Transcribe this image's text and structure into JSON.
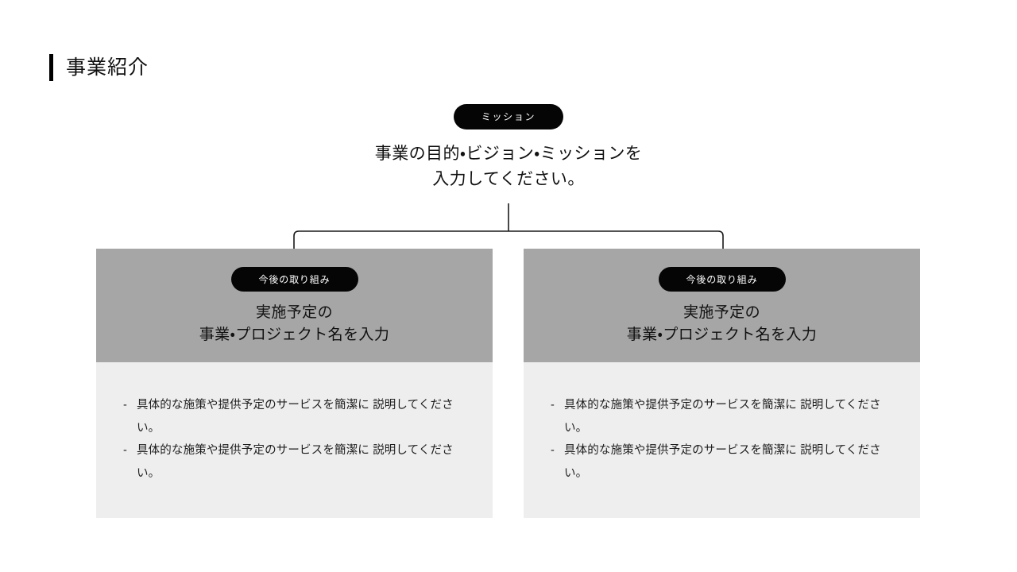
{
  "slide": {
    "title": "事業紹介",
    "accent_color": "#000000",
    "background_color": "#ffffff"
  },
  "mission": {
    "badge_label": "ミッション",
    "badge_background": "#050505",
    "badge_text_color": "#ffffff",
    "description_line1": "事業の目的・ビジョン・ミッションを",
    "description_line2": "入力してください。"
  },
  "connector": {
    "line_color": "#1a1a1a"
  },
  "cards": [
    {
      "badge_label": "今後の取り組み",
      "title_line1": "実施予定の",
      "title_line2": "事業・プロジェクト名を入力",
      "header_background": "#a6a6a6",
      "body_background": "#eeeeee",
      "bullets": [
        {
          "marker": "-",
          "line1": "具体的な施策や提供予定のサービスを簡潔に",
          "line2": "説明してください。"
        },
        {
          "marker": "-",
          "line1": "具体的な施策や提供予定のサービスを簡潔に",
          "line2": "説明してください。"
        }
      ]
    },
    {
      "badge_label": "今後の取り組み",
      "title_line1": "実施予定の",
      "title_line2": "事業・プロジェクト名を入力",
      "header_background": "#a6a6a6",
      "body_background": "#eeeeee",
      "bullets": [
        {
          "marker": "-",
          "line1": "具体的な施策や提供予定のサービスを簡潔に",
          "line2": "説明してください。"
        },
        {
          "marker": "-",
          "line1": "具体的な施策や提供予定のサービスを簡潔に",
          "line2": "説明してください。"
        }
      ]
    }
  ]
}
